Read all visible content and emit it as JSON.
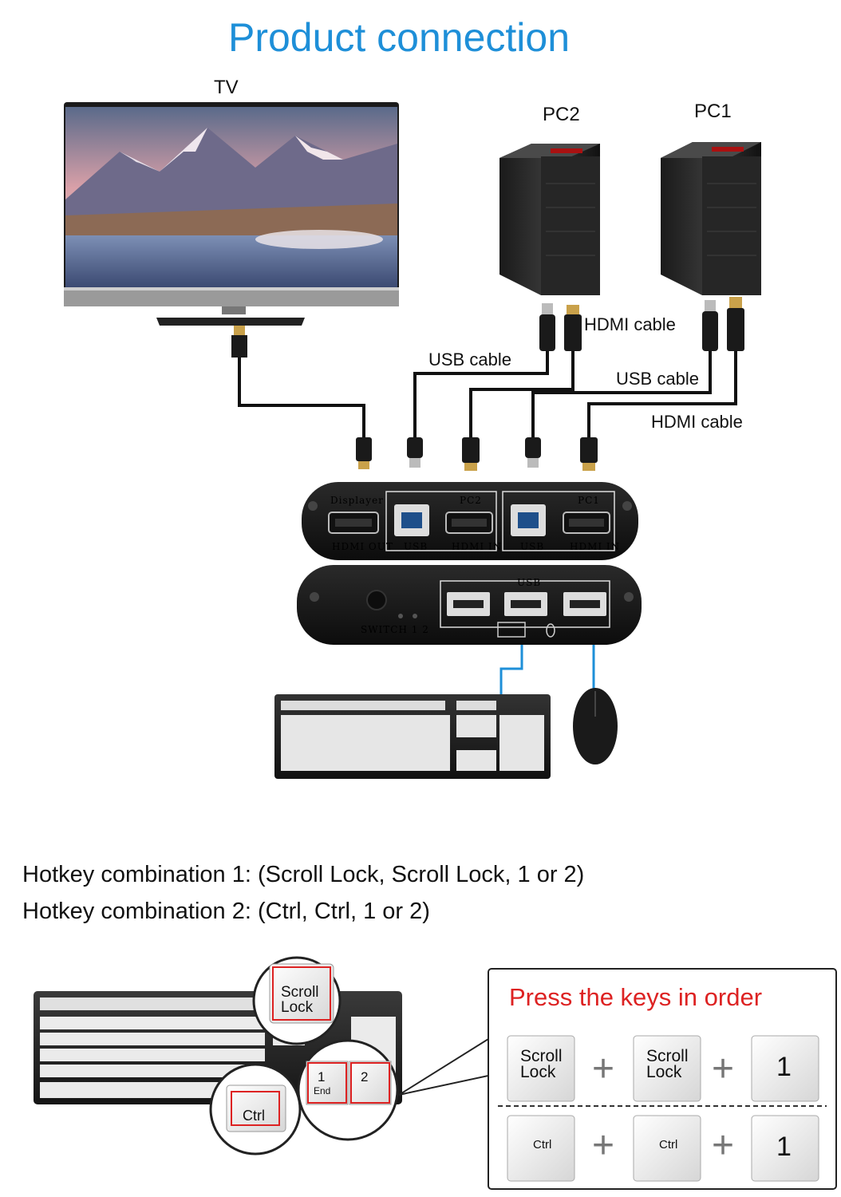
{
  "title": "Product connection",
  "labels": {
    "tv": "TV",
    "pc2": "PC2",
    "pc1": "PC1",
    "hdmi_cable_top": "HDMI cable",
    "usb_cable_left": "USB cable",
    "usb_cable_right": "USB cable",
    "hdmi_cable_bottom": "HDMI cable"
  },
  "kvm_back": {
    "displayer": "Displayer",
    "hdmi_out": "HDMI OUT",
    "pc2": "PC2",
    "pc1": "PC1",
    "usb_a": "USB",
    "hdmi_in_a": "HDMI IN",
    "usb_b": "USB",
    "hdmi_in_b": "HDMI IN"
  },
  "kvm_front": {
    "usb": "USB",
    "switch": "SWITCH 1 2"
  },
  "hotkeys": [
    "Hotkey combination 1: (Scroll Lock, Scroll Lock, 1 or 2)",
    "Hotkey combination 2: (Ctrl, Ctrl, 1 or 2)"
  ],
  "zoom_keys": {
    "scroll_lock_line1": "Scroll",
    "scroll_lock_line2": "Lock",
    "key1_top": "1",
    "key1_bottom": "End",
    "key2": "2",
    "ctrl": "Ctrl"
  },
  "order_panel": {
    "title": "Press the keys in order",
    "row1": {
      "k1a": "Scroll",
      "k1b": "Lock",
      "k2a": "Scroll",
      "k2b": "Lock",
      "k3": "1",
      "plus": "+"
    },
    "row2": {
      "k1": "Ctrl",
      "k2": "Ctrl",
      "k3": "1",
      "plus": "+"
    }
  },
  "colors": {
    "title_blue": "#1e8fd8",
    "order_red": "#d22222",
    "mouse_cable": "#1e8fd8"
  }
}
